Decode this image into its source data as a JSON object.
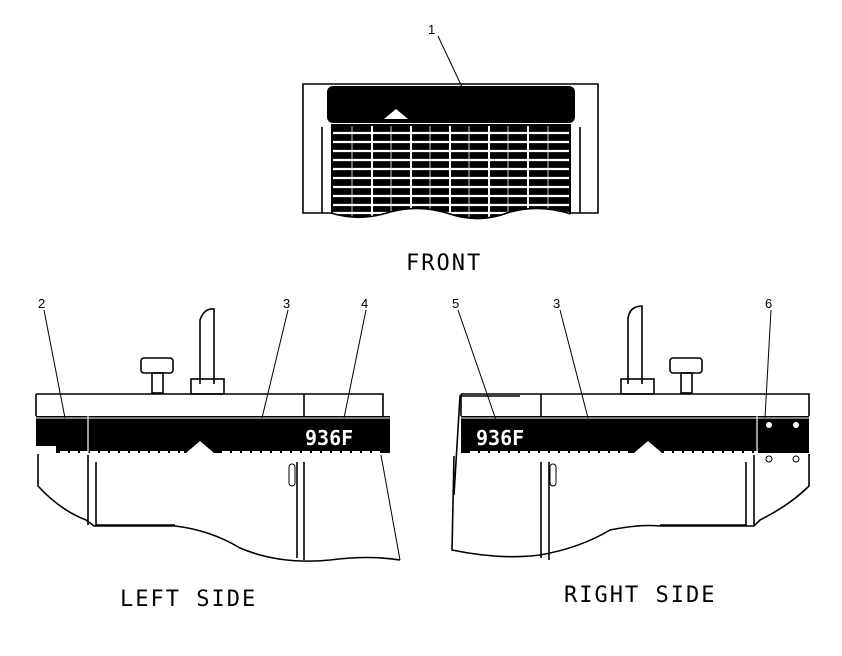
{
  "views": {
    "front": "FRONT",
    "left": "LEFT SIDE",
    "right": "RIGHT SIDE"
  },
  "model_label": "936F",
  "callouts": [
    "1",
    "2",
    "3",
    "4",
    "5",
    "3",
    "6"
  ],
  "colors": {
    "ink": "#000000",
    "paper": "#ffffff"
  }
}
